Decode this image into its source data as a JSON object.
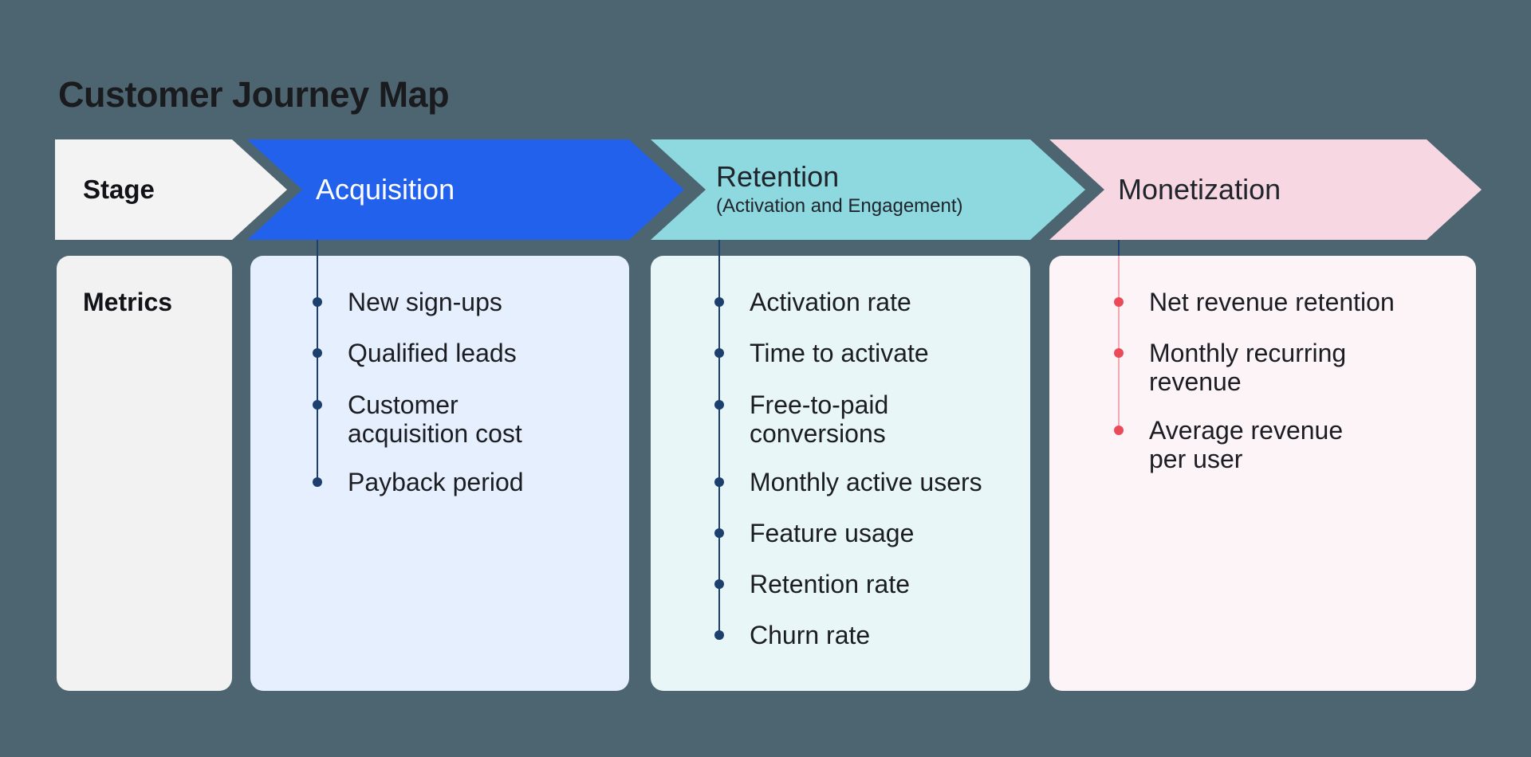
{
  "journey": {
    "title": "Customer Journey Map",
    "row_labels": {
      "stage": "Stage",
      "metrics": "Metrics"
    },
    "stages": [
      {
        "id": "acquisition",
        "label": "Acquisition",
        "subtitle": "",
        "fill": "#2261ec",
        "text_color": "#ffffff"
      },
      {
        "id": "retention",
        "label": "Retention",
        "subtitle": "(Activation and Engagement)",
        "fill": "#8ed8df",
        "text_color": "#20242b"
      },
      {
        "id": "monetization",
        "label": "Monetization",
        "subtitle": "",
        "fill": "#f7d7e2",
        "text_color": "#20242b"
      }
    ],
    "columns": [
      {
        "id": "acquisition",
        "box_fill": "#e5effd",
        "bullet_color": "#1d3f6e",
        "line_color": "#1d3f6e",
        "items": [
          [
            "New sign-ups"
          ],
          [
            "Qualified leads"
          ],
          [
            "Customer",
            "acquisition cost"
          ],
          [
            "Payback period"
          ]
        ]
      },
      {
        "id": "retention",
        "box_fill": "#e8f6f7",
        "bullet_color": "#1d3f6e",
        "line_color": "#1d3f6e",
        "items": [
          [
            "Activation rate"
          ],
          [
            "Time to activate"
          ],
          [
            "Free-to-paid",
            "conversions"
          ],
          [
            "Monthly active users"
          ],
          [
            "Feature usage"
          ],
          [
            "Retention rate"
          ],
          [
            "Churn rate"
          ]
        ]
      },
      {
        "id": "monetization",
        "box_fill": "#fdf4f8",
        "bullet_color": "#ea4a5a",
        "line_color": "#f3a9b4",
        "items": [
          [
            "Net revenue retention"
          ],
          [
            "Monthly recurring",
            "revenue"
          ],
          [
            "Average revenue",
            "per user"
          ]
        ]
      }
    ],
    "colors": {
      "background": "#4d6570",
      "title_text": "#1a1b1e",
      "stage_header_fill": "#f4f3f4",
      "metrics_header_fill": "#f2f2f2"
    }
  }
}
